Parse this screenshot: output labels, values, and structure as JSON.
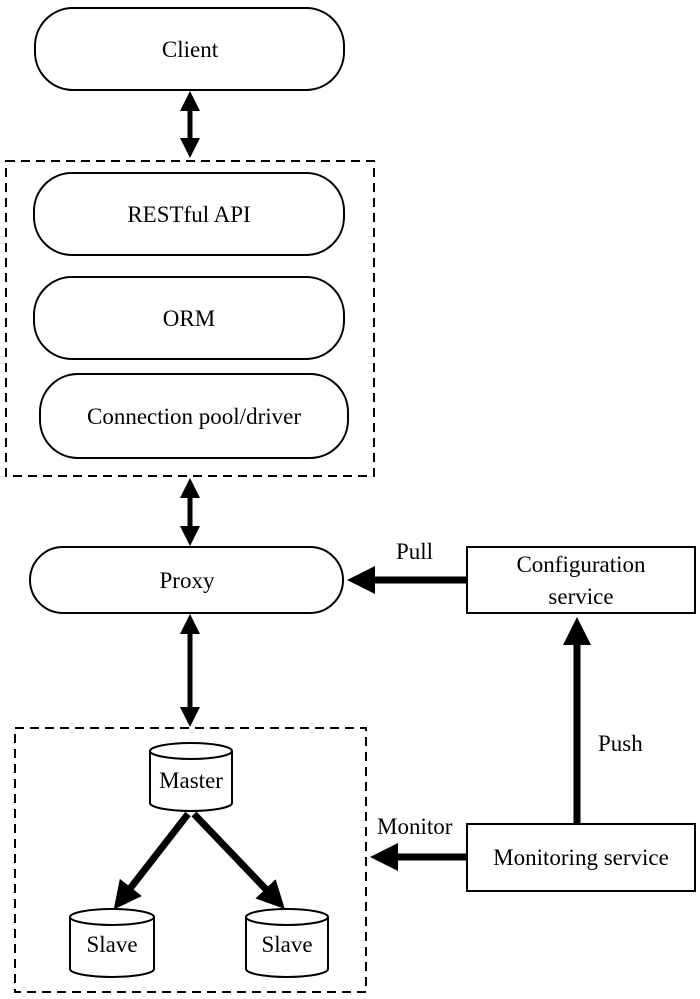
{
  "nodes": {
    "client": "Client",
    "restful_api": "RESTful API",
    "orm": "ORM",
    "connection_pool": "Connection pool/driver",
    "proxy": "Proxy",
    "configuration_service": [
      "Configuration",
      "service"
    ],
    "monitoring_service": "Monitoring service",
    "master": "Master",
    "slave_left": "Slave",
    "slave_right": "Slave"
  },
  "edges": {
    "pull": "Pull",
    "push": "Push",
    "monitor": "Monitor"
  },
  "colors": {
    "stroke": "#000000",
    "background": "#ffffff"
  }
}
